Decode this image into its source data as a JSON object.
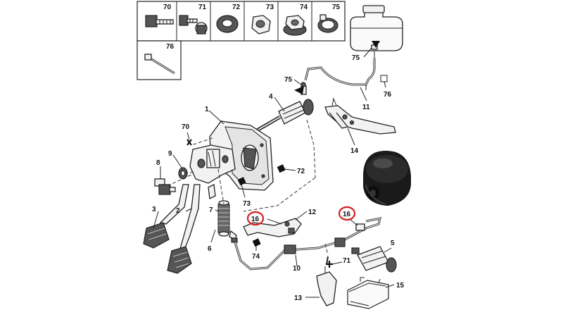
{
  "legend": {
    "cells": [
      "70",
      "71",
      "72",
      "73",
      "74",
      "75",
      "76"
    ]
  },
  "callouts": {
    "c1": "1",
    "c2": "2",
    "c3": "3",
    "c4": "4",
    "c5": "5",
    "c6": "6",
    "c7": "7",
    "c8": "8",
    "c9": "9",
    "c10": "10",
    "c11": "11",
    "c12": "12",
    "c13": "13",
    "c14": "14",
    "c15": "15",
    "c16a": "16",
    "c16b": "16",
    "c70": "70",
    "c71": "71",
    "c72": "72",
    "c73": "73",
    "c74": "74",
    "c75a": "75",
    "c75b": "75",
    "c76": "76"
  },
  "colors": {
    "highlight": "#d42020",
    "outline": "#222222"
  }
}
